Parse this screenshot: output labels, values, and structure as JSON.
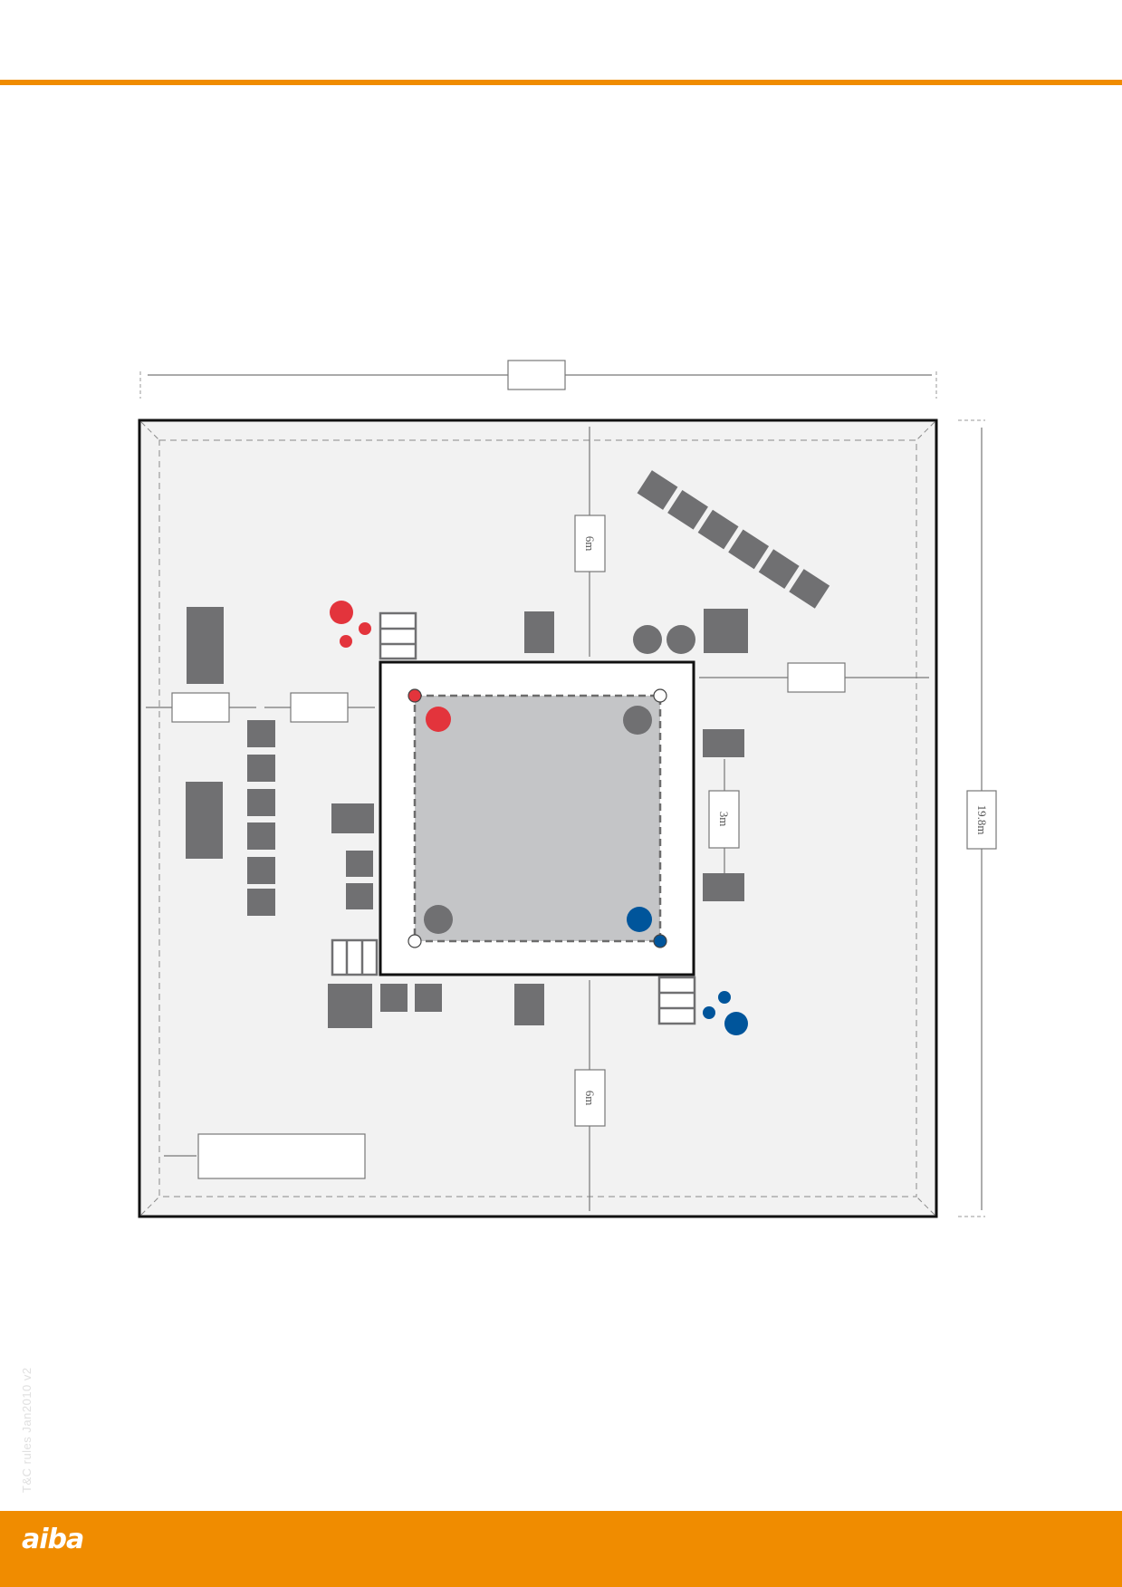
{
  "colors": {
    "accent": "#f08c00",
    "area": "#f2f2f2",
    "ring": "#c4c5c7",
    "equipment": "#707072",
    "red_corner": "#e3343c",
    "blue_corner": "#00559b",
    "neutral_corner": "#707072"
  },
  "labels": {
    "top_distance": "6m",
    "bottom_distance": "6m",
    "right_gap": "3m",
    "overall_side": "19.8m",
    "top_width": "",
    "right_distance": "",
    "left_distance_outer": "",
    "left_distance_inner": "",
    "bottom_left_box": ""
  },
  "footer": {
    "logo": "aiba",
    "side_note": "T&C rules Jan2010 v2"
  },
  "icons": {
    "logo": "aiba-logo-icon",
    "corner_markers": "circle-icon"
  }
}
